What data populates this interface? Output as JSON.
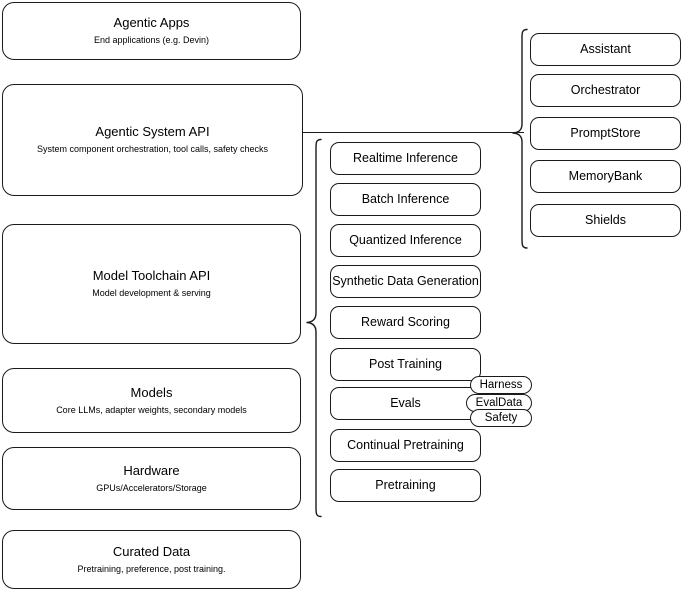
{
  "diagram": {
    "title": "AI stack layered architecture diagram",
    "stroke_color": "#1a1a1a",
    "background_color": "#ffffff",
    "layers": [
      {
        "title": "Agentic Apps",
        "subtitle": "End applications (e.g. Devin)"
      },
      {
        "title": "Agentic System API",
        "subtitle": "System component orchestration, tool calls, safety checks"
      },
      {
        "title": "Model Toolchain API",
        "subtitle": "Model development & serving"
      },
      {
        "title": "Models",
        "subtitle": "Core LLMs, adapter weights, secondary models"
      },
      {
        "title": "Hardware",
        "subtitle": "GPUs/Accelerators/Storage"
      },
      {
        "title": "Curated Data",
        "subtitle": "Pretraining, preference, post training."
      }
    ],
    "toolchain_components": [
      {
        "label": "Realtime Inference"
      },
      {
        "label": "Batch Inference"
      },
      {
        "label": "Quantized Inference"
      },
      {
        "label": "Synthetic Data Generation"
      },
      {
        "label": "Reward Scoring"
      },
      {
        "label": "Post Training"
      },
      {
        "label": "Evals"
      },
      {
        "label": "Continual Pretraining"
      },
      {
        "label": "Pretraining"
      }
    ],
    "agentic_components": [
      {
        "label": "Assistant"
      },
      {
        "label": "Orchestrator"
      },
      {
        "label": "PromptStore"
      },
      {
        "label": "MemoryBank"
      },
      {
        "label": "Shields"
      }
    ],
    "evals_subcomponents": [
      {
        "label": "Harness"
      },
      {
        "label": "EvalData"
      },
      {
        "label": "Safety"
      }
    ]
  }
}
